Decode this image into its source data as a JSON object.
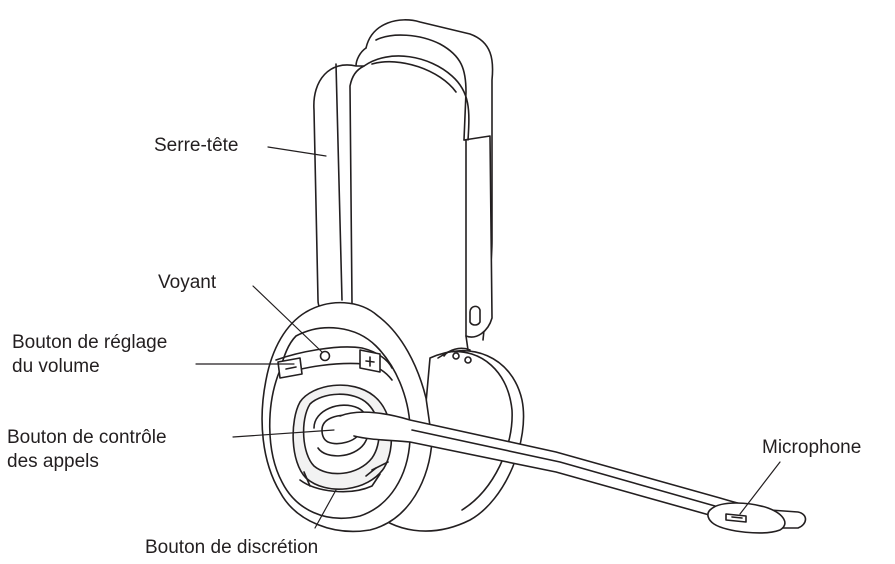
{
  "labels": {
    "headband": "Serre-tête",
    "led": "Voyant",
    "volume_line1": "Bouton de réglage",
    "volume_line2": "du volume",
    "call_line1": "Bouton de contrôle",
    "call_line2": "des appels",
    "microphone": "Microphone",
    "mute": "Bouton de discrétion"
  },
  "colors": {
    "ink": "#231f20",
    "fill": "#ffffff",
    "shade": "#f2f2f2"
  }
}
